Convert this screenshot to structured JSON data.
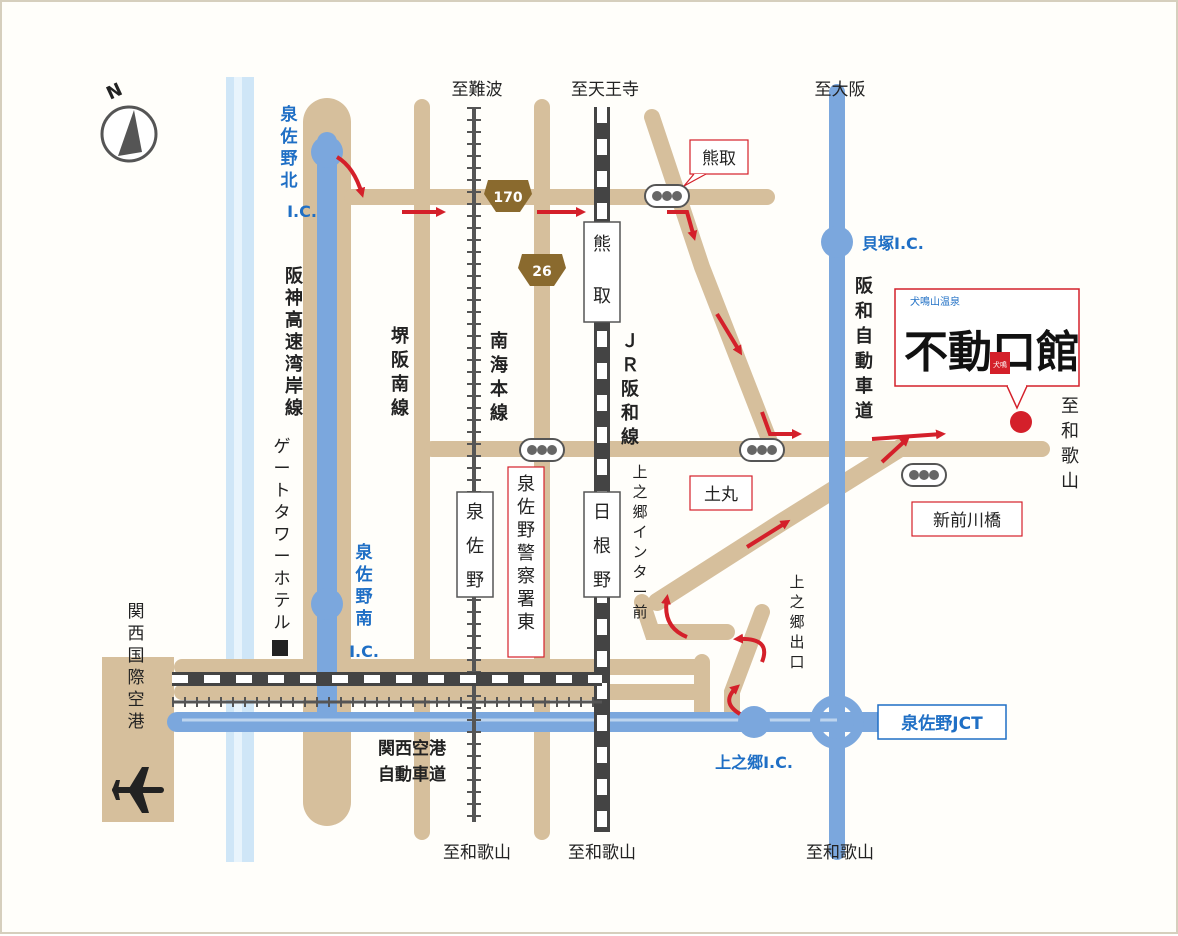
{
  "compass": {
    "label": "N"
  },
  "destinations": {
    "top_namba": "至難波",
    "top_tennoji": "至天王寺",
    "top_osaka": "至大阪",
    "right_wakayama": "至和歌山",
    "bottom_wakayama_1": "至和歌山",
    "bottom_wakayama_2": "至和歌山",
    "bottom_wakayama_3": "至和歌山"
  },
  "interchanges": {
    "izumisano_kita": "泉佐野北",
    "izumisano_kita_ic": "I.C.",
    "izumisano_minami": "泉佐野南",
    "izumisano_minami_ic": "I.C.",
    "kaizuka_ic": "貝塚I.C.",
    "kaminogo_ic": "上之郷I.C.",
    "izumisano_jct": "泉佐野JCT"
  },
  "roads": {
    "hanshin_wangan": "阪神高速湾岸線",
    "sakai_hannan": "堺阪南線",
    "hanwa_expressway": "阪和自動車道",
    "kansai_airport_expressway_1": "関西空港",
    "kansai_airport_expressway_2": "自動車道",
    "route_170": "170",
    "route_26": "26",
    "kaminogo_interchange_front": "上之郷インター前",
    "kaminogo_exit": "上之郷出口"
  },
  "rail": {
    "nankai_line": "南海本線",
    "jr_hanwa_line_1": "ＪＲ",
    "jr_hanwa_line_2": "阪和線",
    "kumatori_station": "熊取",
    "izumisano_station": "泉佐野",
    "hine_station": "日根野"
  },
  "intersections": {
    "kumatori": "熊取",
    "tsuchimaru": "土丸",
    "shin_maekawa_bridge": "新前川橋",
    "police_east": "泉佐野警察署東"
  },
  "landmarks": {
    "gate_tower_hotel": "ゲートタワーホテル",
    "kansai_airport": "関西国際空港",
    "destination_small": "犬鳴山温泉",
    "destination_logo": "不動口館",
    "destination_seal": "犬鳴"
  },
  "colors": {
    "road": "#d6bf9c",
    "expressway": "#7ba7dd",
    "arrow": "#d4202a",
    "destination_dot": "#d4202a",
    "ic_label": "#1f6fc5",
    "route_shield": "#8a6a2e",
    "sea_strip": "#cfe6f7"
  }
}
